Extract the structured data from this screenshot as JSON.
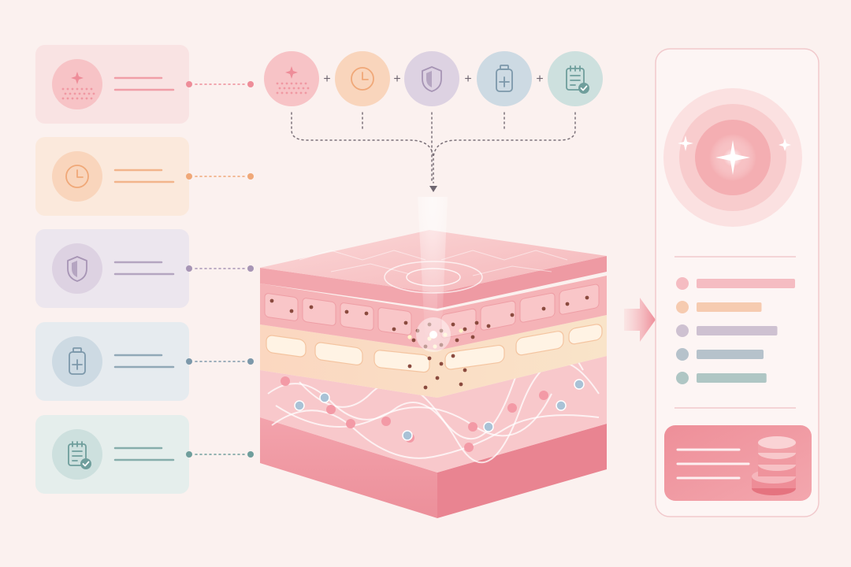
{
  "colors": {
    "background": "#fbf1ef",
    "pink": "#ee8d99",
    "peach": "#f0a878",
    "lavender": "#a795b5",
    "blue_gray": "#7c98aa",
    "teal": "#6f9e9c",
    "skin_base": "#f2a3ad"
  },
  "factors": [
    {
      "icon": "sparkle-skin-icon",
      "color": "#ee8d99",
      "card": "#f9e3e3",
      "circle": "#f7c3c6"
    },
    {
      "icon": "clock-icon",
      "color": "#f0a878",
      "card": "#fbe9dc",
      "circle": "#f9d5bc"
    },
    {
      "icon": "shield-icon",
      "color": "#a795b5",
      "card": "#ece6ee",
      "circle": "#ddd2e2"
    },
    {
      "icon": "medicine-bottle-icon",
      "color": "#7c98aa",
      "card": "#e6ebef",
      "circle": "#cddae3"
    },
    {
      "icon": "checklist-icon",
      "color": "#6f9e9c",
      "card": "#e5eeec",
      "circle": "#cde0de"
    }
  ],
  "combination": {
    "operator_symbol": "+",
    "icons": [
      "sparkle-skin-icon",
      "clock-icon",
      "shield-icon",
      "medicine-bottle-icon",
      "checklist-icon"
    ]
  },
  "skin_layers": [
    "surface",
    "epidermis",
    "barrier",
    "dermis",
    "base"
  ],
  "result_panel": {
    "glow_icon": "radiant-glow-icon",
    "legend_colors": [
      "#ee8d99",
      "#f0a878",
      "#a795b5",
      "#7c98aa",
      "#6f9e9c"
    ],
    "legend_levels": [
      1.0,
      0.66,
      0.82,
      0.68,
      0.71
    ],
    "footer_icon": "coin-stack-icon"
  }
}
